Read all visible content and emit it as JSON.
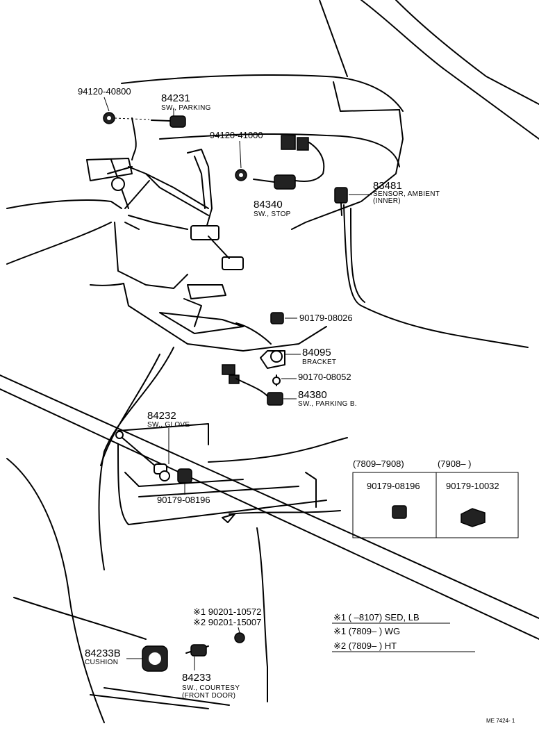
{
  "parts": {
    "p9412040800": {
      "number": "94120-40800"
    },
    "p84231": {
      "number": "84231",
      "desc": "SW., PARKING"
    },
    "p9412041000": {
      "number": "94120-41000"
    },
    "p84340": {
      "number": "84340",
      "desc": "SW., STOP"
    },
    "p83481": {
      "number": "83481",
      "desc1": "SENSOR, AMBIENT",
      "desc2": "(INNER)"
    },
    "p9017908026": {
      "number": "90179-08026"
    },
    "p84095": {
      "number": "84095",
      "desc": "BRACKET"
    },
    "p9017008052": {
      "number": "90170-08052"
    },
    "p84380": {
      "number": "84380",
      "desc": "SW., PARKING B."
    },
    "p84232": {
      "number": "84232",
      "desc": "SW., GLOVE"
    },
    "p9017908196": {
      "number": "90179-08196"
    },
    "p9020110572": {
      "number": "※1 90201-10572"
    },
    "p9020115007": {
      "number": "※2 90201-15007"
    },
    "p84233B": {
      "number": "84233B",
      "desc": "CUSHION"
    },
    "p84233": {
      "number": "84233",
      "desc1": "SW., COURTESY",
      "desc2": "(FRONT DOOR)"
    }
  },
  "inset": {
    "col1_header": "(7809–7908)",
    "col2_header": "(7908–        )",
    "col1_part": "90179-08196",
    "col2_part": "90179-10032"
  },
  "notes": [
    "※1 (        –8107) SED, LB",
    "※1 (7809–        ) WG",
    "※2 (7809–        ) HT"
  ],
  "diagram_id": "ME 7424- 1"
}
